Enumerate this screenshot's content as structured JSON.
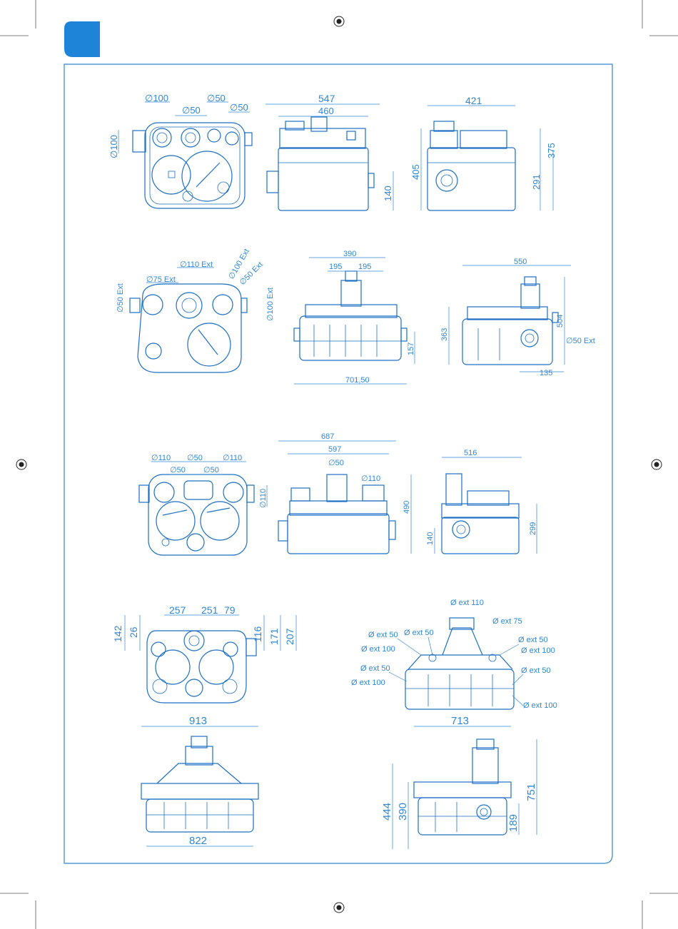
{
  "colors": {
    "accent": "#1d6fc4",
    "tab": "#1e84d8",
    "frame": "#2f86d6"
  },
  "drawings": {
    "d1_top": {
      "l1": "∅100",
      "l2": "∅50",
      "l3": "∅50",
      "l4": "∅50",
      "l5": "∅100"
    },
    "d1_front": {
      "w1": "547",
      "w2": "460",
      "h1": "140"
    },
    "d1_side": {
      "w1": "421",
      "h1": "405",
      "h2": "375",
      "h3": "291"
    },
    "d2_top": {
      "l1": "∅110 Ext",
      "l2": "∅100 Ext",
      "l3": "∅75 Ext",
      "l4": "∅50 Ext",
      "l5": "∅50 Ext",
      "l6": "∅100 Ext"
    },
    "d2_front": {
      "w1": "390",
      "w2": "195",
      "w3": "195",
      "h1": "157",
      "w4": "701,50"
    },
    "d2_side": {
      "w1": "550",
      "h1": "363",
      "h2": "504",
      "l1": "∅50 Ext",
      "w2": "135"
    },
    "d3_top": {
      "l1": "∅110",
      "l2": "∅50",
      "l3": "∅110",
      "l4": "∅50",
      "l5": "∅50",
      "l6": "∅110"
    },
    "d3_front": {
      "w1": "687",
      "w2": "597",
      "l1": "∅50",
      "l2": "∅110",
      "h1": "490",
      "h2": "140"
    },
    "d3_side": {
      "w1": "516",
      "h1": "299"
    },
    "d4_top": {
      "w1": "257",
      "w2": "251",
      "w3": "79",
      "h1": "142",
      "h2": "26",
      "h3": "116",
      "h4": "171",
      "h5": "207"
    },
    "d4_iso": {
      "l1": "Ø ext 110",
      "l2": "Ø ext 75",
      "l3": "Ø ext 50",
      "l4": "Ø ext 50",
      "l5": "Ø ext 50",
      "l6": "Ø ext 100",
      "l7": "Ø ext 100",
      "l8": "Ø ext 50",
      "l9": "Ø ext 50",
      "l10": "Ø ext 100",
      "l11": "Ø ext 100"
    },
    "d4_front": {
      "w1": "913",
      "w2": "822"
    },
    "d4_side": {
      "w1": "713",
      "h1": "751",
      "h2": "444",
      "h3": "390",
      "h4": "189"
    }
  }
}
